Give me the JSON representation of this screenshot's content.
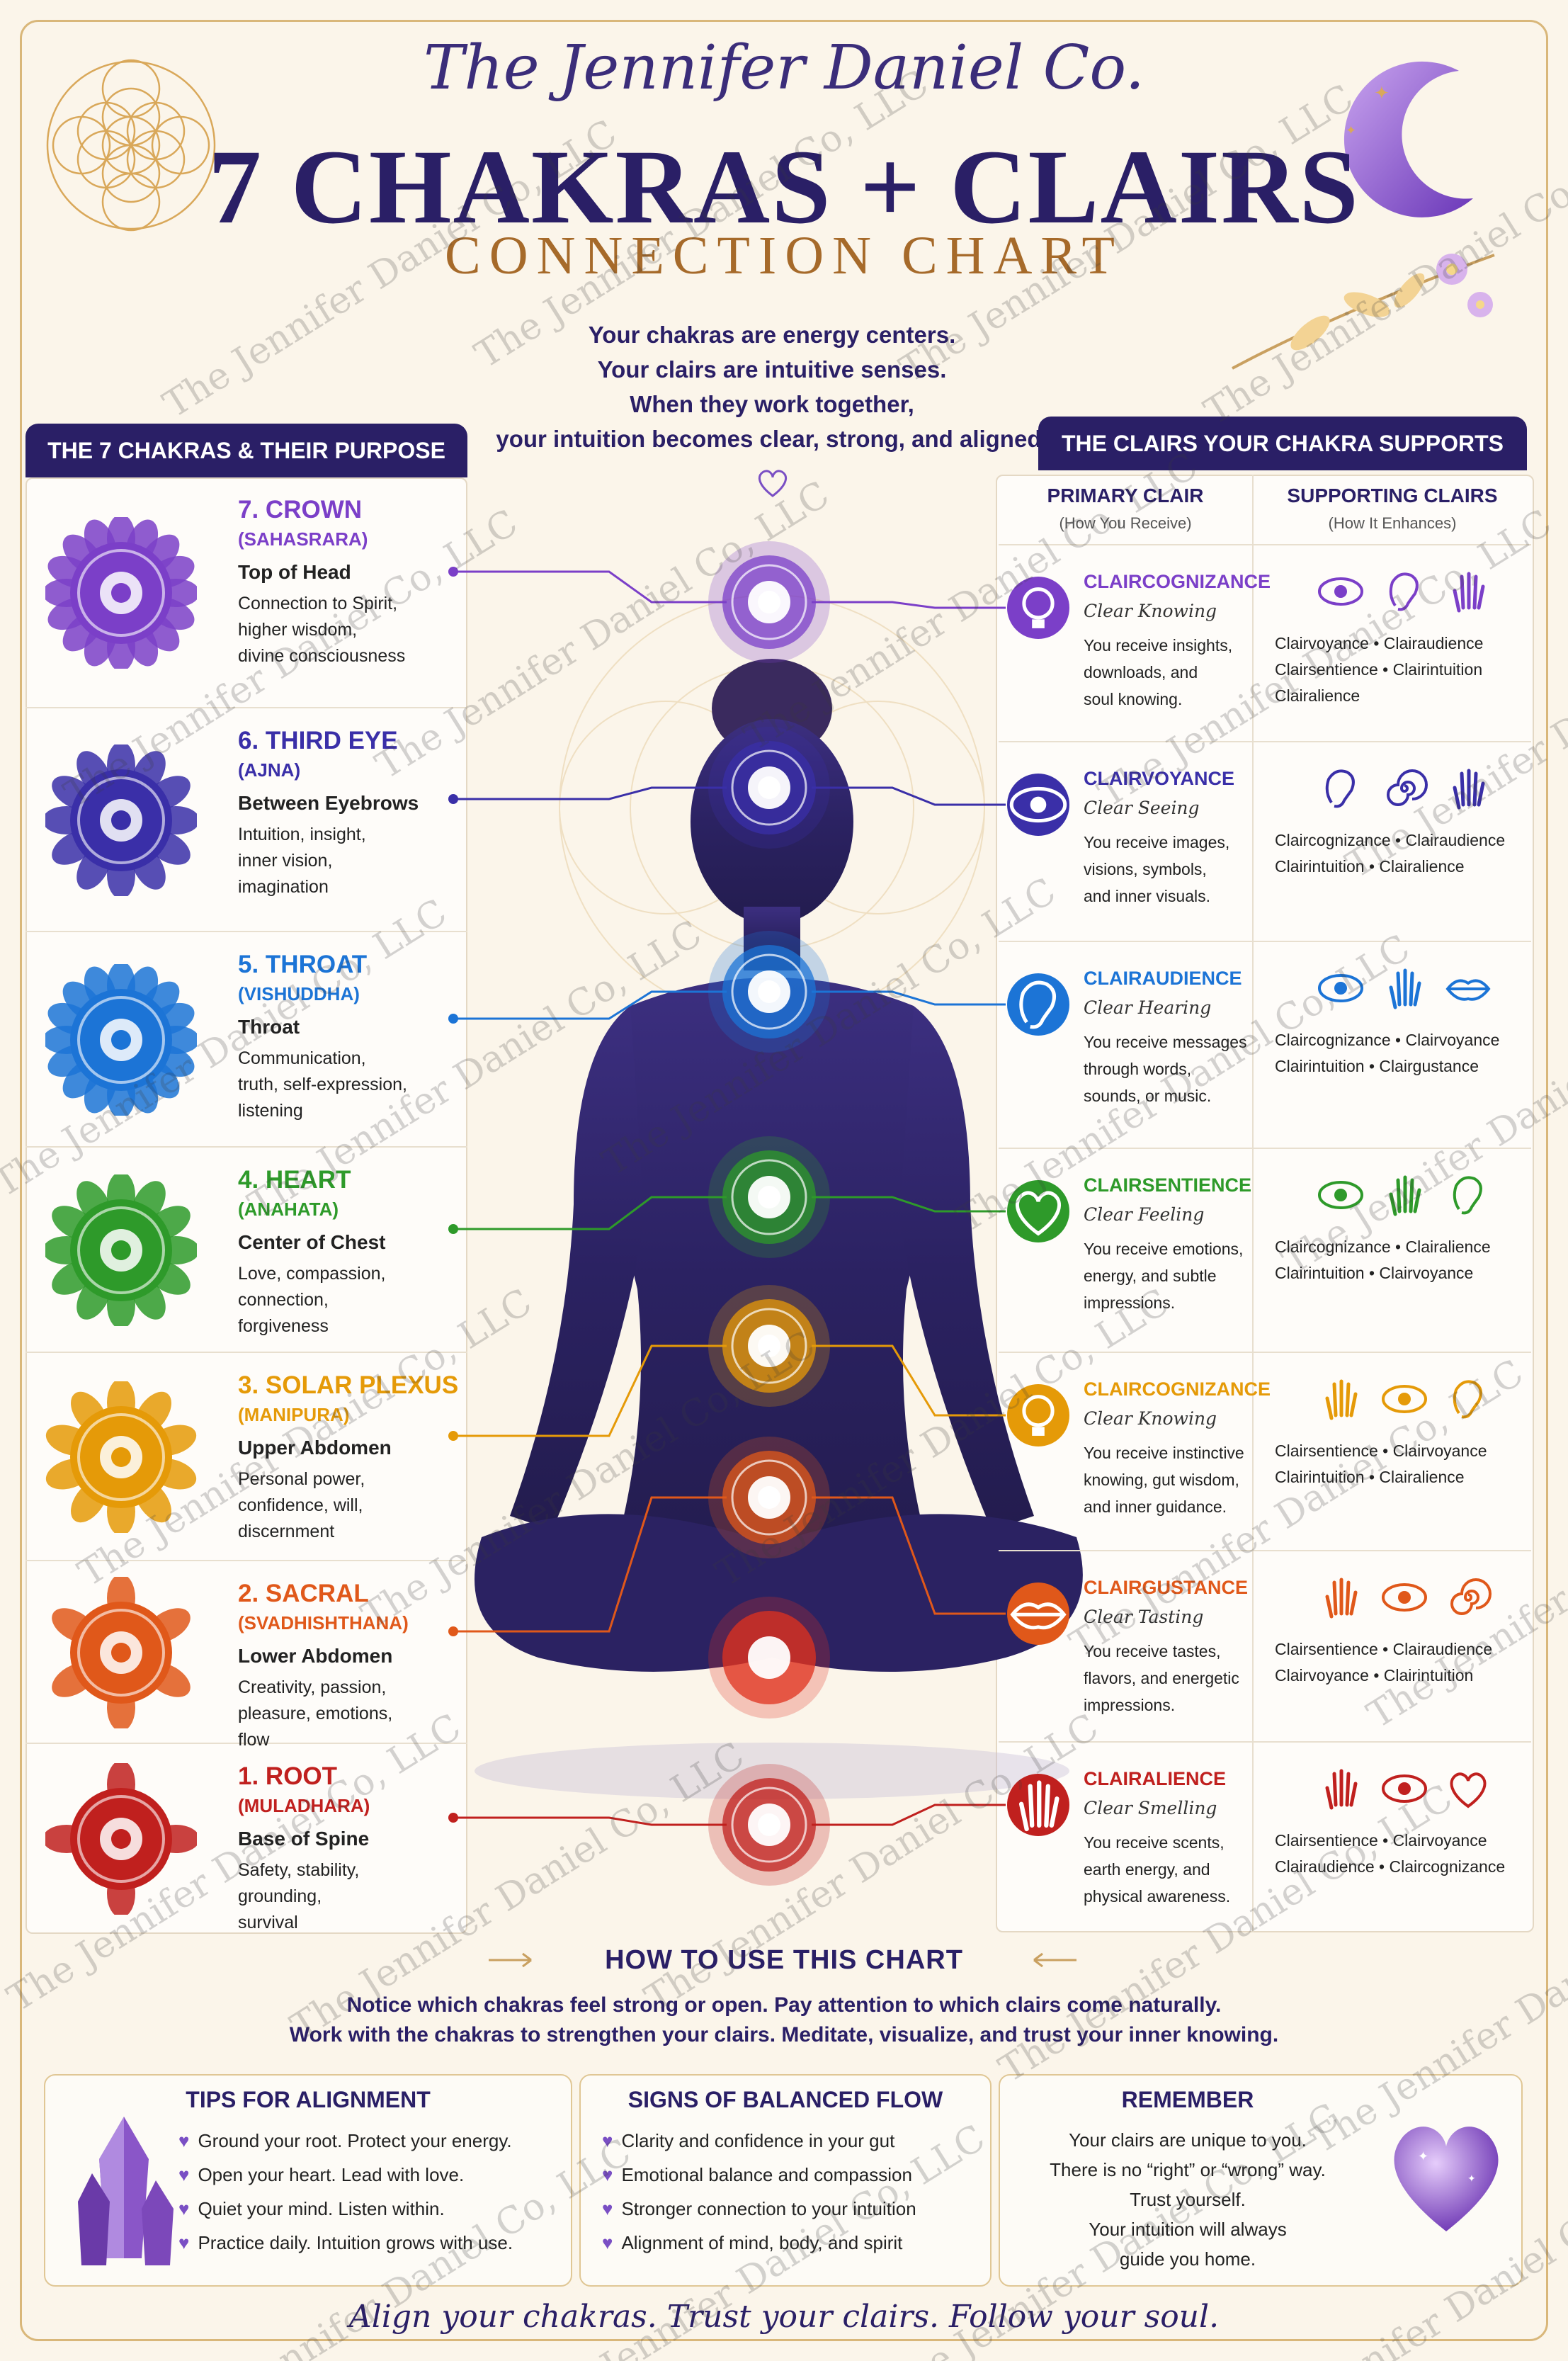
{
  "brand": "The Jennifer Daniel Co.",
  "title": "7 CHAKRAS + CLAIRS",
  "subtitle": "CONNECTION CHART",
  "intro": [
    "Your chakras are energy centers.",
    "Your clairs are intuitive senses.",
    "When they work together,",
    "your intuition becomes clear, strong, and aligned."
  ],
  "left_banner": "THE 7 CHAKRAS & THEIR PURPOSE",
  "right_banner": "THE CLAIRS YOUR CHAKRA SUPPORTS",
  "table_headers": {
    "primary": "PRIMARY CLAIR",
    "primary_sub": "(How You Receive)",
    "supporting": "SUPPORTING CLAIRS",
    "supporting_sub": "(How It Enhances)"
  },
  "chakras": [
    {
      "name": "7. CROWN",
      "sanskrit": "(SAHASRARA)",
      "location": "Top of Head",
      "desc": [
        "Connection to Spirit,",
        "higher wisdom,",
        "divine consciousness"
      ],
      "color": "#7b3fc8",
      "icon": "crown-chakra-icon"
    },
    {
      "name": "6. THIRD EYE",
      "sanskrit": "(AJNA)",
      "location": "Between Eyebrows",
      "desc": [
        "Intuition, insight,",
        "inner vision,",
        "imagination"
      ],
      "color": "#3a2fa8",
      "icon": "third-eye-chakra-icon"
    },
    {
      "name": "5. THROAT",
      "sanskrit": "(VISHUDDHA)",
      "location": "Throat",
      "desc": [
        "Communication,",
        "truth, self-expression,",
        "listening"
      ],
      "color": "#1c74d6",
      "icon": "throat-chakra-icon"
    },
    {
      "name": "4. HEART",
      "sanskrit": "(ANAHATA)",
      "location": "Center of Chest",
      "desc": [
        "Love, compassion,",
        "connection,",
        "forgiveness"
      ],
      "color": "#2e9a2a",
      "icon": "heart-chakra-icon"
    },
    {
      "name": "3. SOLAR PLEXUS",
      "sanskrit": "(MANIPURA)",
      "location": "Upper Abdomen",
      "desc": [
        "Personal power,",
        "confidence, will,",
        "discernment"
      ],
      "color": "#e59a08",
      "icon": "solar-plexus-chakra-icon"
    },
    {
      "name": "2. SACRAL",
      "sanskrit": "(SVADHISHTHANA)",
      "location": "Lower Abdomen",
      "desc": [
        "Creativity, passion,",
        "pleasure, emotions,",
        "flow"
      ],
      "color": "#e0581a",
      "icon": "sacral-chakra-icon"
    },
    {
      "name": "1. ROOT",
      "sanskrit": "(MULADHARA)",
      "location": "Base of Spine",
      "desc": [
        "Safety, stability,",
        "grounding,",
        "survival"
      ],
      "color": "#c0201e",
      "icon": "root-chakra-icon"
    }
  ],
  "clairs": [
    {
      "name": "CLAIRCOGNIZANCE",
      "sub": "Clear Knowing",
      "desc": [
        "You receive insights,",
        "downloads, and",
        "soul knowing."
      ],
      "support": [
        "Clairvoyance • Clairaudience",
        "Clairsentience • Clairintuition",
        "Clairalience"
      ],
      "color": "#7b3fc8",
      "icon": "lightbulb-icon",
      "support_icons": [
        "eye-icon",
        "ear-icon",
        "hand-icon"
      ]
    },
    {
      "name": "CLAIRVOYANCE",
      "sub": "Clear Seeing",
      "desc": [
        "You receive images,",
        "visions, symbols,",
        "and inner visuals."
      ],
      "support": [
        "Claircognizance • Clairaudience",
        "Clairintuition • Clairalience"
      ],
      "color": "#3a2fa8",
      "icon": "eye-icon",
      "support_icons": [
        "ear-icon",
        "spiral-icon",
        "hand-icon"
      ]
    },
    {
      "name": "CLAIRAUDIENCE",
      "sub": "Clear Hearing",
      "desc": [
        "You receive messages",
        "through words,",
        "sounds, or music."
      ],
      "support": [
        "Claircognizance • Clairvoyance",
        "Clairintuition • Clairgustance"
      ],
      "color": "#1c74d6",
      "icon": "ear-icon",
      "support_icons": [
        "eye-icon",
        "hand-icon",
        "lips-icon"
      ]
    },
    {
      "name": "CLAIRSENTIENCE",
      "sub": "Clear Feeling",
      "desc": [
        "You receive emotions,",
        "energy, and subtle",
        "impressions."
      ],
      "support": [
        "Claircognizance • Clairalience",
        "Clairintuition • Clairvoyance"
      ],
      "color": "#2e9a2a",
      "icon": "heart-leaf-icon",
      "support_icons": [
        "eye-icon",
        "hand-icon",
        "ear-icon"
      ]
    },
    {
      "name": "CLAIRCOGNIZANCE",
      "sub": "Clear Knowing",
      "desc": [
        "You receive instinctive",
        "knowing, gut wisdom,",
        "and inner guidance."
      ],
      "support": [
        "Clairsentience • Clairvoyance",
        "Clairintuition • Clairalience"
      ],
      "color": "#e59a08",
      "icon": "lightbulb-icon",
      "support_icons": [
        "hand-icon",
        "eye-icon",
        "ear-icon"
      ]
    },
    {
      "name": "CLAIRGUSTANCE",
      "sub": "Clear Tasting",
      "desc": [
        "You receive tastes,",
        "flavors, and energetic",
        "impressions."
      ],
      "support": [
        "Clairsentience • Clairaudience",
        "Clairvoyance • Clairintuition"
      ],
      "color": "#e0581a",
      "icon": "lips-icon",
      "support_icons": [
        "hand-icon",
        "eye-icon",
        "spiral-icon"
      ]
    },
    {
      "name": "CLAIRALIENCE",
      "sub": "Clear Smelling",
      "desc": [
        "You receive scents,",
        "earth energy, and",
        "physical awareness."
      ],
      "support": [
        "Clairsentience • Clairvoyance",
        "Clairaudience • Claircognizance"
      ],
      "color": "#c0201e",
      "icon": "hand-icon",
      "support_icons": [
        "hand-icon",
        "eye-icon",
        "heart-icon"
      ]
    }
  ],
  "how_to": {
    "title": "HOW TO USE THIS CHART",
    "lines": [
      "Notice which chakras feel strong or open.   Pay attention to which clairs come naturally.",
      "Work with the chakras to strengthen your clairs.   Meditate, visualize, and trust your inner knowing."
    ]
  },
  "tips": {
    "title": "TIPS FOR ALIGNMENT",
    "items": [
      "Ground your root. Protect your energy.",
      "Open your heart. Lead with love.",
      "Quiet your mind. Listen within.",
      "Practice daily. Intuition grows with use."
    ]
  },
  "signs": {
    "title": "SIGNS OF BALANCED FLOW",
    "items": [
      "Clarity and confidence in your gut",
      "Emotional balance and compassion",
      "Stronger connection to your intuition",
      "Alignment of mind, body, and spirit"
    ]
  },
  "remember": {
    "title": "REMEMBER",
    "lines": [
      "Your clairs are unique to you.",
      "There is no “right” or “wrong” way.",
      "Trust yourself.",
      "Your intuition will always",
      "guide you home."
    ]
  },
  "footer": "Align your chakras. Trust your clairs. Follow your soul.",
  "watermark": "The Jennifer Daniel Co, LLC",
  "colors": {
    "navy": "#2a1f66",
    "gold": "#d9b77a",
    "background": "#fbf5ea"
  }
}
